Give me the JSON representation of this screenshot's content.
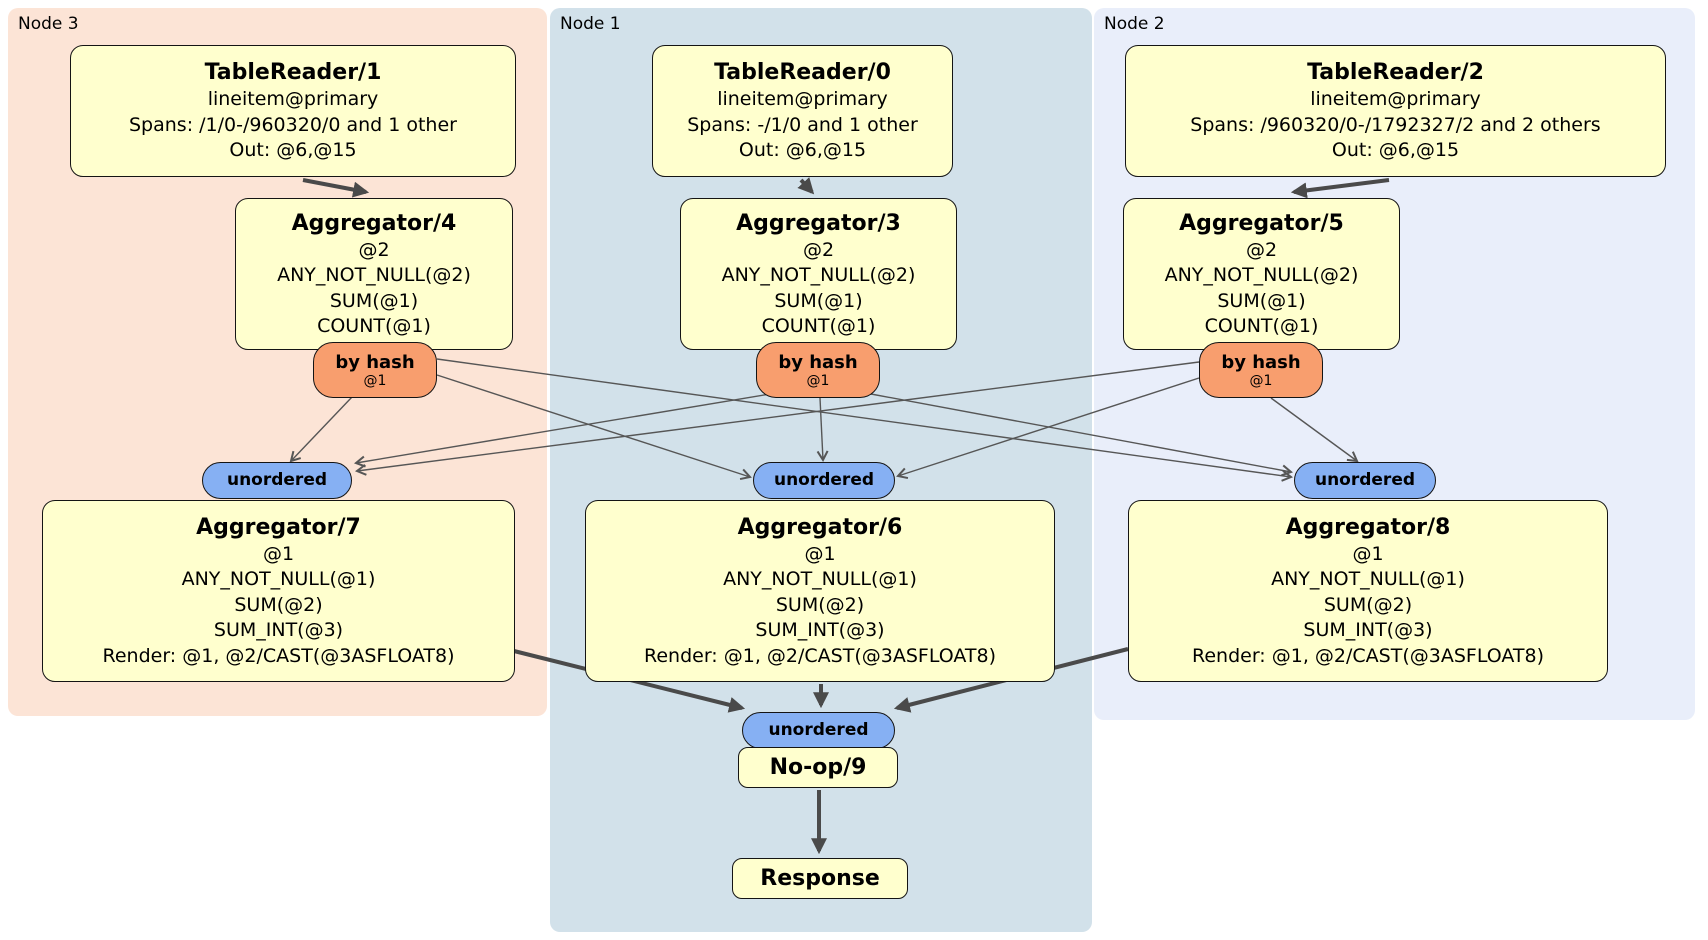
{
  "colors": {
    "node3_bg": "#fce4d6",
    "node1_bg": "#d2e1ea",
    "node2_bg": "#e9eefa",
    "box_fill": "#ffffce",
    "hash_fill": "#f89e6e",
    "stream_fill": "#86b0f3",
    "border": "#141414",
    "edge_thin": "#565656",
    "edge_thick": "#4a4a4a"
  },
  "regions": {
    "node3": {
      "label": "Node 3"
    },
    "node1": {
      "label": "Node 1"
    },
    "node2": {
      "label": "Node 2"
    }
  },
  "processors": {
    "tablereader1": {
      "title": "TableReader/1",
      "lines": [
        "lineitem@primary",
        "Spans: /1/0-/960320/0 and 1 other",
        "Out: @6,@15"
      ]
    },
    "tablereader0": {
      "title": "TableReader/0",
      "lines": [
        "lineitem@primary",
        "Spans: -/1/0 and 1 other",
        "Out: @6,@15"
      ]
    },
    "tablereader2": {
      "title": "TableReader/2",
      "lines": [
        "lineitem@primary",
        "Spans: /960320/0-/1792327/2 and 2 others",
        "Out: @6,@15"
      ]
    },
    "aggregator4": {
      "title": "Aggregator/4",
      "lines": [
        "@2",
        "ANY_NOT_NULL(@2)",
        "SUM(@1)",
        "COUNT(@1)"
      ]
    },
    "aggregator3": {
      "title": "Aggregator/3",
      "lines": [
        "@2",
        "ANY_NOT_NULL(@2)",
        "SUM(@1)",
        "COUNT(@1)"
      ]
    },
    "aggregator5": {
      "title": "Aggregator/5",
      "lines": [
        "@2",
        "ANY_NOT_NULL(@2)",
        "SUM(@1)",
        "COUNT(@1)"
      ]
    },
    "aggregator7": {
      "title": "Aggregator/7",
      "lines": [
        "@1",
        "ANY_NOT_NULL(@1)",
        "SUM(@2)",
        "SUM_INT(@3)",
        "Render: @1, @2/CAST(@3ASFLOAT8)"
      ]
    },
    "aggregator6": {
      "title": "Aggregator/6",
      "lines": [
        "@1",
        "ANY_NOT_NULL(@1)",
        "SUM(@2)",
        "SUM_INT(@3)",
        "Render: @1, @2/CAST(@3ASFLOAT8)"
      ]
    },
    "aggregator8": {
      "title": "Aggregator/8",
      "lines": [
        "@1",
        "ANY_NOT_NULL(@1)",
        "SUM(@2)",
        "SUM_INT(@3)",
        "Render: @1, @2/CAST(@3ASFLOAT8)"
      ]
    },
    "noop9": {
      "title": "No-op/9"
    },
    "response": {
      "title": "Response"
    }
  },
  "routers": {
    "byhash4": {
      "label": "by hash",
      "detail": "@1"
    },
    "byhash3": {
      "label": "by hash",
      "detail": "@1"
    },
    "byhash5": {
      "label": "by hash",
      "detail": "@1"
    }
  },
  "streams": {
    "unordered7": {
      "label": "unordered"
    },
    "unordered6": {
      "label": "unordered"
    },
    "unordered8": {
      "label": "unordered"
    },
    "unordered9": {
      "label": "unordered"
    }
  }
}
